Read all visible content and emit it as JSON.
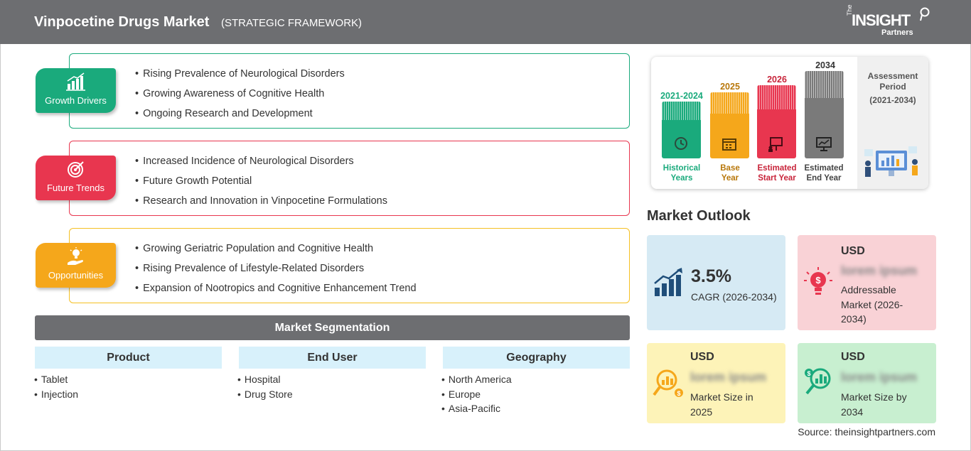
{
  "header": {
    "title": "Vinpocetine Drugs Market",
    "subtitle": "(STRATEGIC FRAMEWORK)",
    "logo": {
      "small": "The",
      "main": "INSIGHT",
      "sub": "Partners"
    }
  },
  "framework": [
    {
      "label": "Growth Drivers",
      "color": "#1aaa7c",
      "icon": "bar-chart-icon",
      "items": [
        "Rising Prevalence of Neurological Disorders",
        "Growing Awareness of Cognitive Health",
        "Ongoing Research and Development"
      ]
    },
    {
      "label": "Future Trends",
      "color": "#e8364f",
      "icon": "target-icon",
      "items": [
        "Increased Incidence of Neurological Disorders",
        "Future Growth Potential",
        "Research and Innovation in Vinpocetine Formulations"
      ]
    },
    {
      "label": "Opportunities",
      "color": "#f5a71b",
      "icon": "lightbulb-hand-icon",
      "items": [
        "Growing Geriatric Population and Cognitive Health",
        "Rising Prevalence of Lifestyle-Related Disorders",
        "Expansion of Nootropics and Cognitive Enhancement Trend"
      ]
    }
  ],
  "segmentation": {
    "title": "Market Segmentation",
    "columns": [
      {
        "heading": "Product",
        "items": [
          "Tablet",
          "Injection"
        ]
      },
      {
        "heading": "End User",
        "items": [
          "Hospital",
          "Drug Store"
        ]
      },
      {
        "heading": "Geography",
        "items": [
          "North America",
          "Europe",
          "Asia-Pacific"
        ]
      }
    ]
  },
  "timeline": {
    "bars": [
      {
        "year": "2021-2024",
        "caption1": "Historical",
        "caption2": "Years",
        "color": "#1aaa7c",
        "icon": "history-icon"
      },
      {
        "year": "2025",
        "caption1": "Base",
        "caption2": "Year",
        "color": "#f5a71b",
        "icon": "calendar-icon"
      },
      {
        "year": "2026",
        "caption1": "Estimated",
        "caption2": "Start Year",
        "color": "#e8364f",
        "icon": "presentation-icon"
      },
      {
        "year": "2034",
        "caption1": "Estimated",
        "caption2": "End Year",
        "color": "#7a7a7a",
        "icon": "monitor-chart-icon"
      }
    ],
    "assessment": {
      "line1": "Assessment",
      "line2": "Period",
      "line3": "(2021-2034)"
    }
  },
  "outlook": {
    "title": "Market Outlook",
    "cagr": {
      "value": "3.5%",
      "label": "CAGR (2026-2034)",
      "color": "#d6eaf4"
    },
    "addressable": {
      "usd": "USD",
      "blurred": "lorem ipsum",
      "label": "Addressable Market (2026-2034)",
      "color": "#f9d2d6"
    },
    "size2025": {
      "usd": "USD",
      "blurred": "lorem ipsum",
      "label": "Market Size in 2025",
      "color": "#fdf3b8"
    },
    "size2034": {
      "usd": "USD",
      "blurred": "lorem ipsum",
      "label": "Market Size by 2034",
      "color": "#c8efd0"
    }
  },
  "source": "Source: theinsightpartners.com"
}
